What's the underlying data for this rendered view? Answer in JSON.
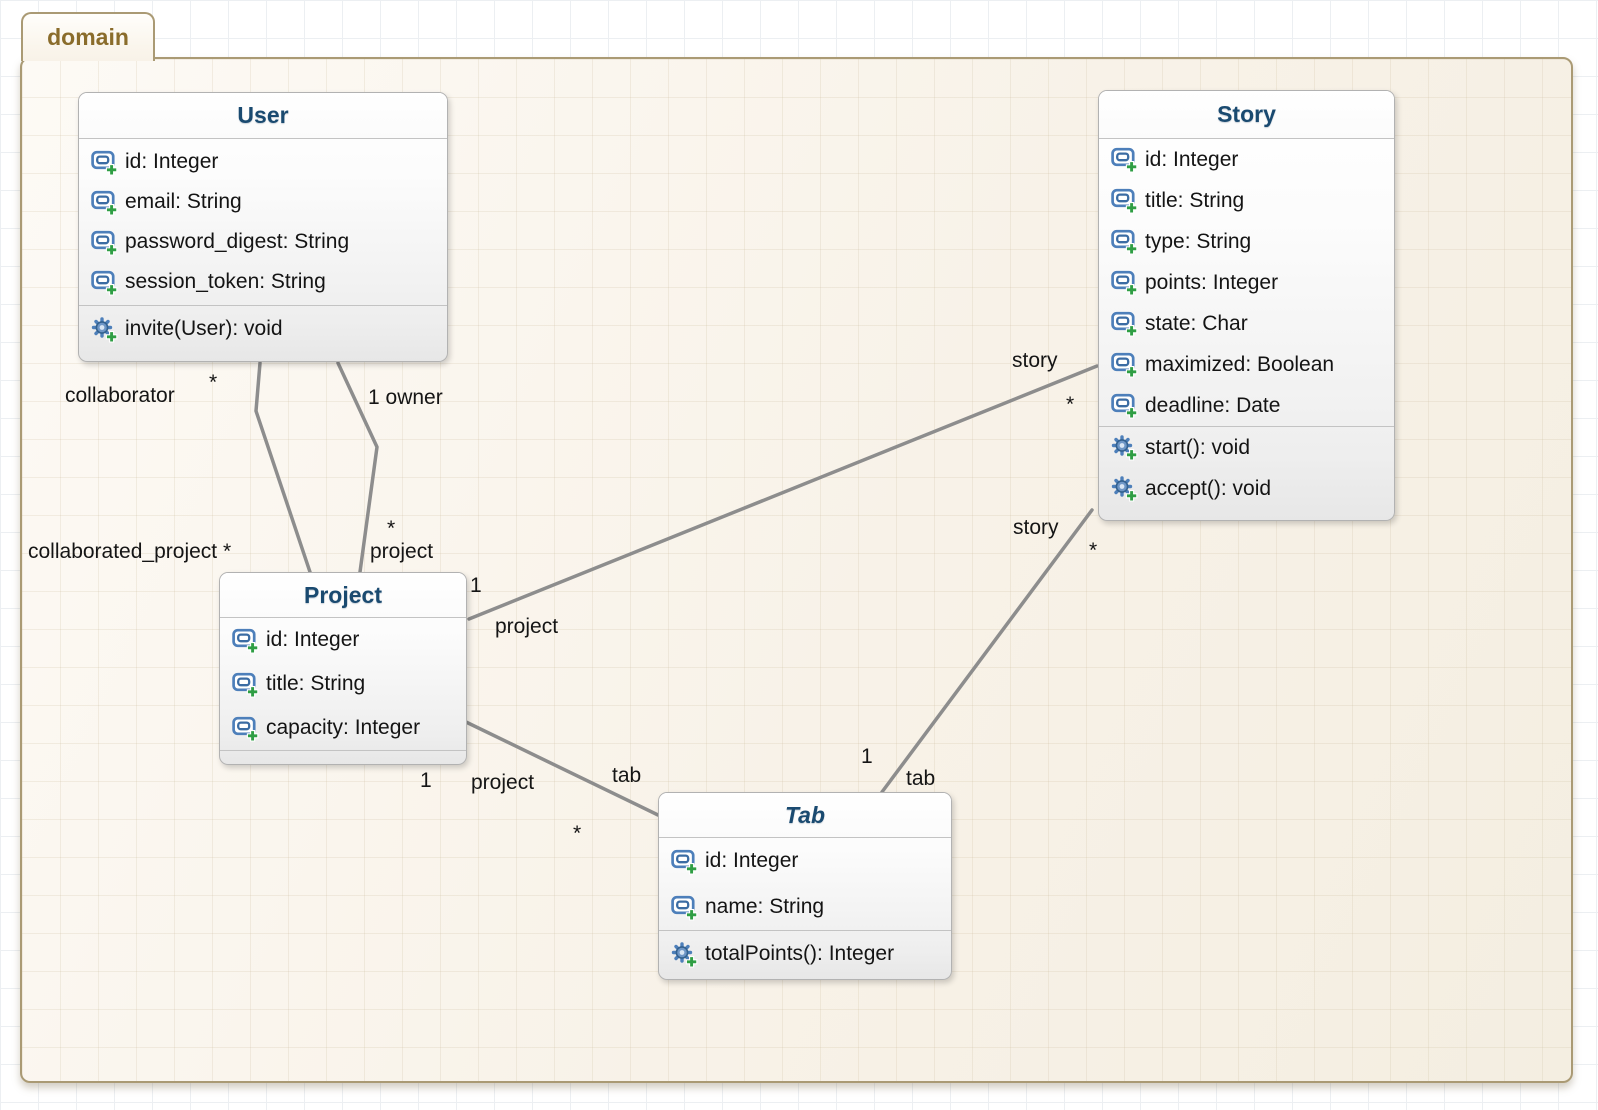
{
  "diagram_tab": {
    "label": "domain"
  },
  "colors": {
    "frame_border": "#aa9a74",
    "tab_text": "#8a6c2b",
    "class_title": "#1a4a70",
    "association_line": "#8d8d8d",
    "attribute_icon_blue": "#4d7fba",
    "operation_icon_blue": "#6e96c6",
    "plus_green": "#2f9e44",
    "canvas_fill": "#f8f2e8"
  },
  "classes": {
    "user": {
      "title": "User",
      "attributes": [
        "id: Integer",
        "email: String",
        "password_digest: String",
        "session_token: String"
      ],
      "operations": [
        "invite(User): void"
      ]
    },
    "story": {
      "title": "Story",
      "attributes": [
        "id: Integer",
        "title: String",
        "type: String",
        "points: Integer",
        "state: Char",
        "maximized: Boolean",
        "deadline: Date"
      ],
      "operations": [
        "start(): void",
        "accept(): void"
      ]
    },
    "project": {
      "title": "Project",
      "attributes": [
        "id: Integer",
        "title: String",
        "capacity: Integer"
      ],
      "operations": []
    },
    "tab": {
      "title": "Tab",
      "attributes": [
        "id: Integer",
        "name: String"
      ],
      "operations": [
        "totalPoints(): Integer"
      ]
    }
  },
  "associations": [
    {
      "from_class": "User",
      "to_class": "Project",
      "user_role": "collaborator",
      "user_mult": "*",
      "project_label": "collaborated_project *"
    },
    {
      "from_class": "User",
      "to_class": "Project",
      "user_label": "1 owner",
      "project_role": "project",
      "project_mult": "*"
    },
    {
      "from_class": "Project",
      "to_class": "Story",
      "project_mult": "1",
      "project_role": "project",
      "story_role": "story",
      "story_mult": "*"
    },
    {
      "from_class": "Project",
      "to_class": "Tab",
      "project_mult": "1",
      "project_role": "project",
      "tab_role": "tab",
      "tab_mult": "*"
    },
    {
      "from_class": "Tab",
      "to_class": "Story",
      "tab_mult": "1",
      "tab_role": "tab",
      "story_role": "story",
      "story_mult": "*"
    }
  ]
}
